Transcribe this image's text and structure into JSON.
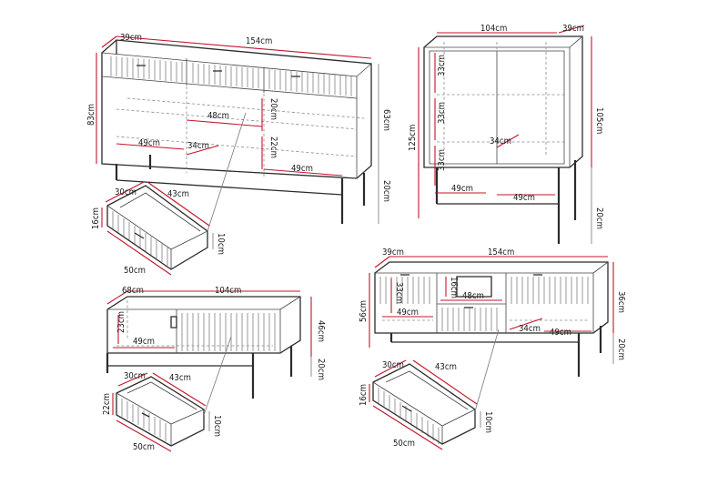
{
  "colors": {
    "dimension_line": "#c4142b",
    "outline": "#2b2b2b",
    "hidden_line": "#8a8a8a"
  },
  "sideboard": {
    "depth": "39cm",
    "width": "154cm",
    "height": "83cm",
    "top_height": "63cm",
    "leg_height": "20cm",
    "shelf_width_left": "49cm",
    "shelf_width_right": "49cm",
    "shelf_depth": "34cm",
    "shelf_gap_top": "20cm",
    "shelf_gap_bottom": "22cm",
    "inner_width": "48cm"
  },
  "sideboard_drawer": {
    "depth": "30cm",
    "width": "43cm",
    "height": "16cm",
    "inner_height": "10cm",
    "front": "50cm"
  },
  "display_cabinet": {
    "width": "104cm",
    "depth": "39cm",
    "height": "125cm",
    "top_height": "105cm",
    "leg_height": "20cm",
    "shelf_gap_1": "33cm",
    "shelf_gap_2": "33cm",
    "shelf_gap_3": "33cm",
    "shelf_width_left": "49cm",
    "shelf_width_right": "49cm",
    "shelf_depth": "34cm"
  },
  "coffee_table": {
    "depth": "68cm",
    "width": "104cm",
    "height": "46cm",
    "leg_height": "20cm",
    "shelf_height": "23cm",
    "shelf_width": "49cm"
  },
  "coffee_table_drawer": {
    "depth": "30cm",
    "width": "43cm",
    "height": "22cm",
    "inner_height": "10cm",
    "front": "50cm"
  },
  "tv_bench": {
    "depth": "39cm",
    "width": "154cm",
    "height": "56cm",
    "top_height": "36cm",
    "leg_height": "20cm",
    "shelf_height": "33cm",
    "shelf_width_left": "49cm",
    "shelf_width_right": "49cm",
    "shelf_depth": "34cm",
    "drawer_gap": "16cm",
    "inner_width": "48cm"
  },
  "tv_bench_drawer": {
    "depth": "30cm",
    "width": "43cm",
    "height": "16cm",
    "inner_height": "10cm",
    "front": "50cm"
  }
}
